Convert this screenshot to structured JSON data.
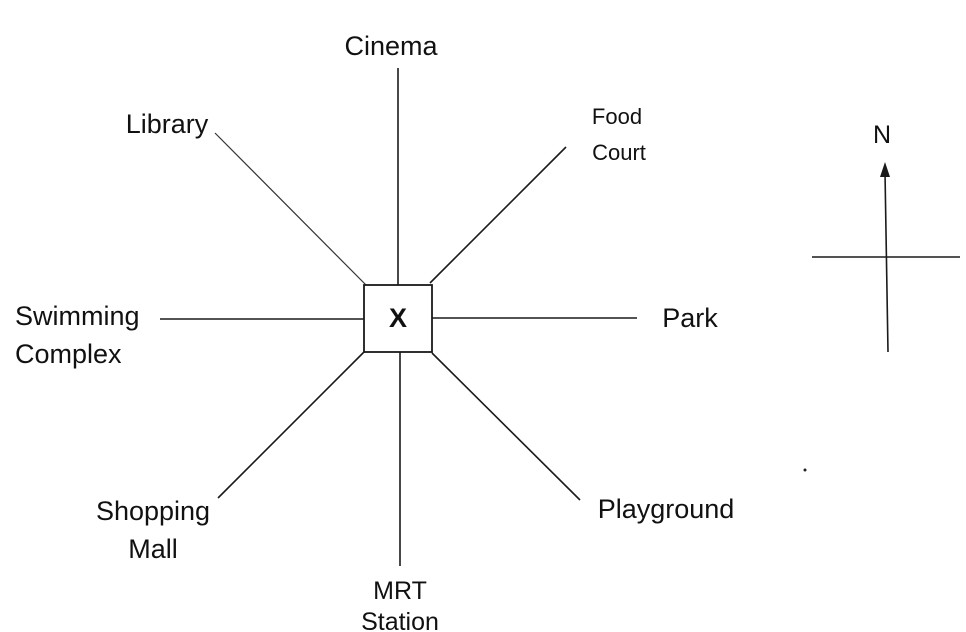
{
  "center_label": "X",
  "labels": {
    "cinema": "Cinema",
    "library": "Library",
    "food_court": [
      "Food",
      "Court"
    ],
    "swimming_complex": [
      "Swimming",
      "Complex"
    ],
    "park": "Park",
    "shopping_mall": [
      "Shopping",
      "Mall"
    ],
    "mrt_station": [
      "MRT",
      "Station"
    ],
    "playground": "Playground"
  },
  "compass": {
    "north_label": "N"
  }
}
